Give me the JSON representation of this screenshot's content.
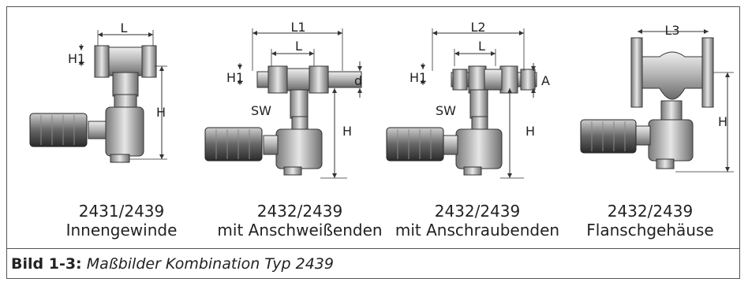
{
  "figure": {
    "number_label": "Bild 1-3:",
    "title": "Maßbilder Kombination Typ 2439"
  },
  "variants": [
    {
      "model": "2431/2439",
      "variant": "Innengewinde",
      "dims": {
        "L": "L",
        "H1": "H1",
        "H": "H"
      }
    },
    {
      "model": "2432/2439",
      "variant": "mit Anschweißenden",
      "dims": {
        "L1": "L1",
        "L": "L",
        "H1": "H1",
        "d": "d",
        "SW": "SW",
        "H": "H"
      }
    },
    {
      "model": "2432/2439",
      "variant": "mit Anschraubenden",
      "dims": {
        "L2": "L2",
        "L": "L",
        "H1": "H1",
        "A": "A",
        "SW": "SW",
        "H": "H"
      }
    },
    {
      "model": "2432/2439",
      "variant": "Flanschgehäuse",
      "dims": {
        "L3": "L3",
        "H": "H"
      }
    }
  ]
}
